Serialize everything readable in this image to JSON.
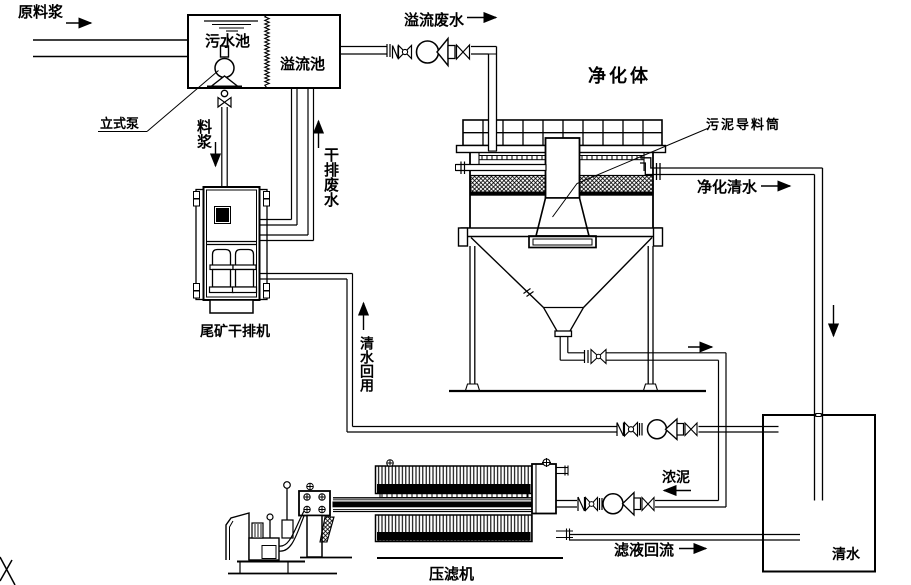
{
  "labels": {
    "raw_slurry": "原料浆",
    "sewage_pool": "污水池",
    "overflow_pool": "溢流池",
    "vertical_pump": "立式泵",
    "slurry": "料浆",
    "dry_discharge_wastewater": "干排废水",
    "overflow_wastewater": "溢流废水",
    "purifier_body": "净化体",
    "sludge_guide_cylinder": "污泥导料筒",
    "purified_clear_water": "净化清水",
    "tailings_dry_discharge_machine": "尾矿干排机",
    "clear_water_reuse": "清水回用",
    "thick_sludge": "浓泥",
    "filter_press": "压滤机",
    "filtrate_reflux": "滤液回流",
    "clear_water_tank": "清水"
  },
  "colors": {
    "line": "#000000",
    "background": "#ffffff",
    "corner_mark": "#2222aa"
  }
}
